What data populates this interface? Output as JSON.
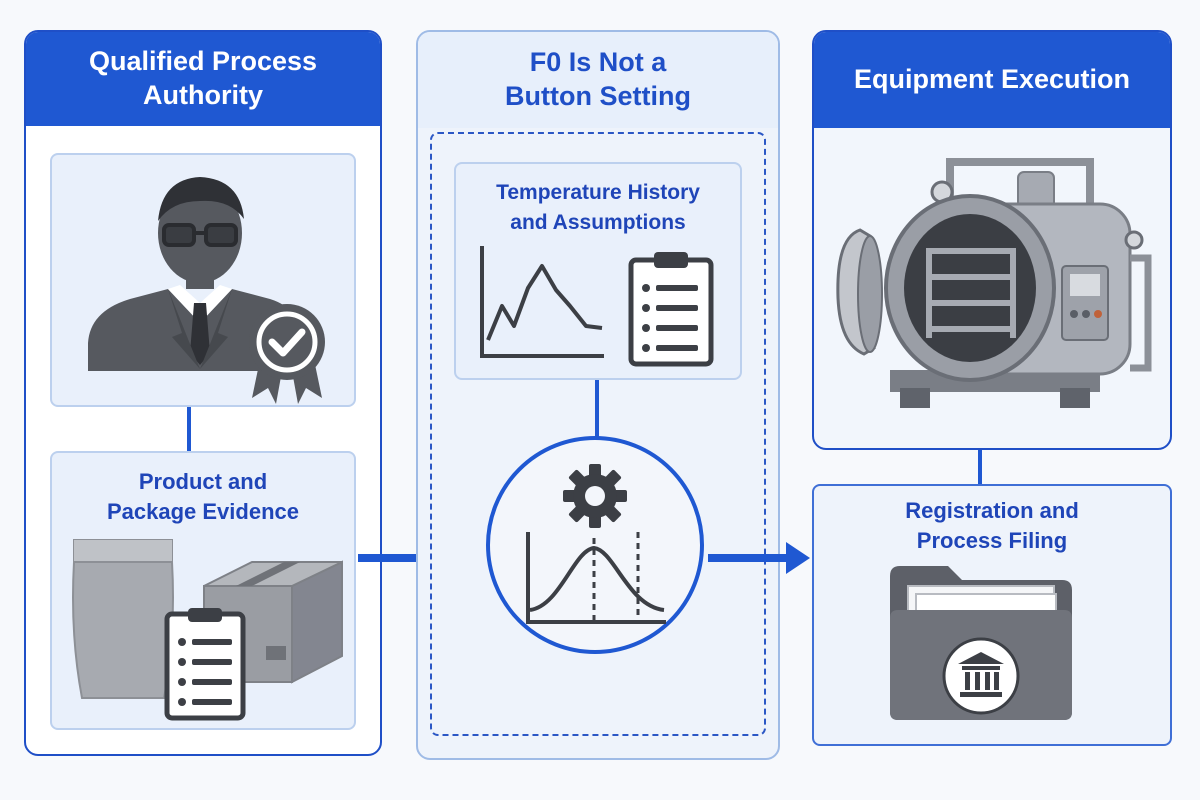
{
  "columns": [
    {
      "title_lines": [
        "Qualified Process",
        "Authority"
      ],
      "cards": [
        {
          "label_lines": []
        },
        {
          "label_lines": [
            "Product and",
            "Package Evidence"
          ]
        }
      ]
    },
    {
      "title_lines": [
        "F0 Is Not a",
        "Button Setting"
      ],
      "cards": [
        {
          "label_lines": [
            "Temperature History",
            "and Assumptions"
          ]
        }
      ]
    },
    {
      "title_lines": [
        "Equipment Execution"
      ],
      "cards": [
        {
          "label_lines": []
        },
        {
          "label_lines": [
            "Registration and",
            "Process Filing"
          ]
        }
      ]
    }
  ],
  "colors": {
    "accent": "#1f58d2",
    "card_bg": "#e9f0fb",
    "card_border": "#bcd0ee",
    "icon_gray": "#5c5f66"
  },
  "icons": [
    "person-authority-icon",
    "certified-badge-icon",
    "pouch-icon",
    "box-icon",
    "clipboard-icon",
    "line-chart-icon",
    "gear-icon",
    "bell-curve-icon",
    "retort-equipment-icon",
    "folder-icon",
    "institution-icon"
  ]
}
